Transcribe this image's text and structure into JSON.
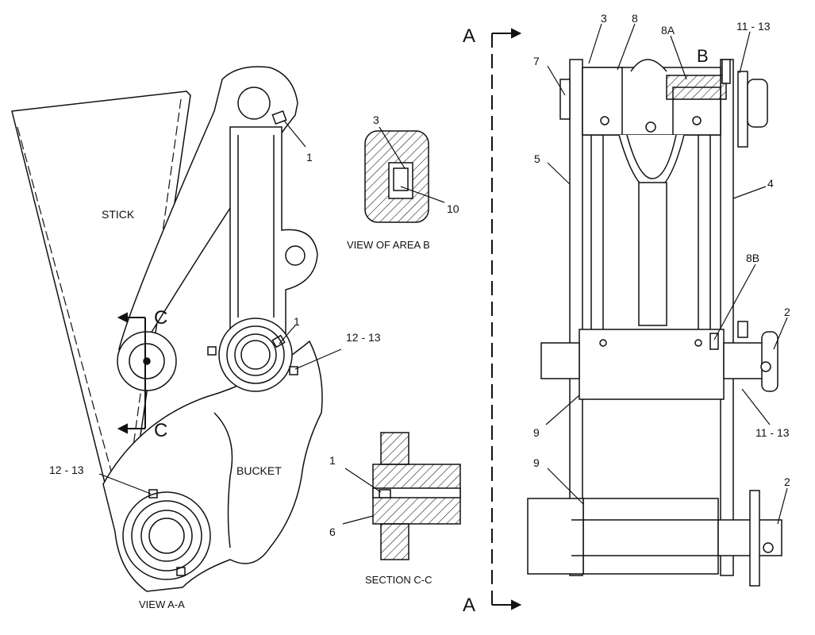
{
  "diagram": {
    "captions": {
      "stick": "STICK",
      "bucket": "BUCKET",
      "view_area_b": "VIEW OF AREA B",
      "section_cc": "SECTION C-C",
      "view_aa": "VIEW A-A"
    },
    "section_markers": {
      "a_top": "A",
      "a_bottom": "A",
      "b": "B",
      "c_top": "C",
      "c_bottom": "C"
    },
    "callouts": {
      "left_1_top": "1",
      "left_1_mid": "1",
      "left_12_13_mid": "12 - 13",
      "left_12_13_bottom": "12 - 13",
      "areab_3": "3",
      "areab_10": "10",
      "cc_1": "1",
      "cc_6": "6",
      "r_3": "3",
      "r_8": "8",
      "r_8a": "8A",
      "r_11_13_top": "11 - 13",
      "r_7": "7",
      "r_5": "5",
      "r_4": "4",
      "r_8b": "8B",
      "r_2_mid": "2",
      "r_9_mid": "9",
      "r_11_13_mid": "11 - 13",
      "r_9_low": "9",
      "r_2_low": "2"
    }
  }
}
